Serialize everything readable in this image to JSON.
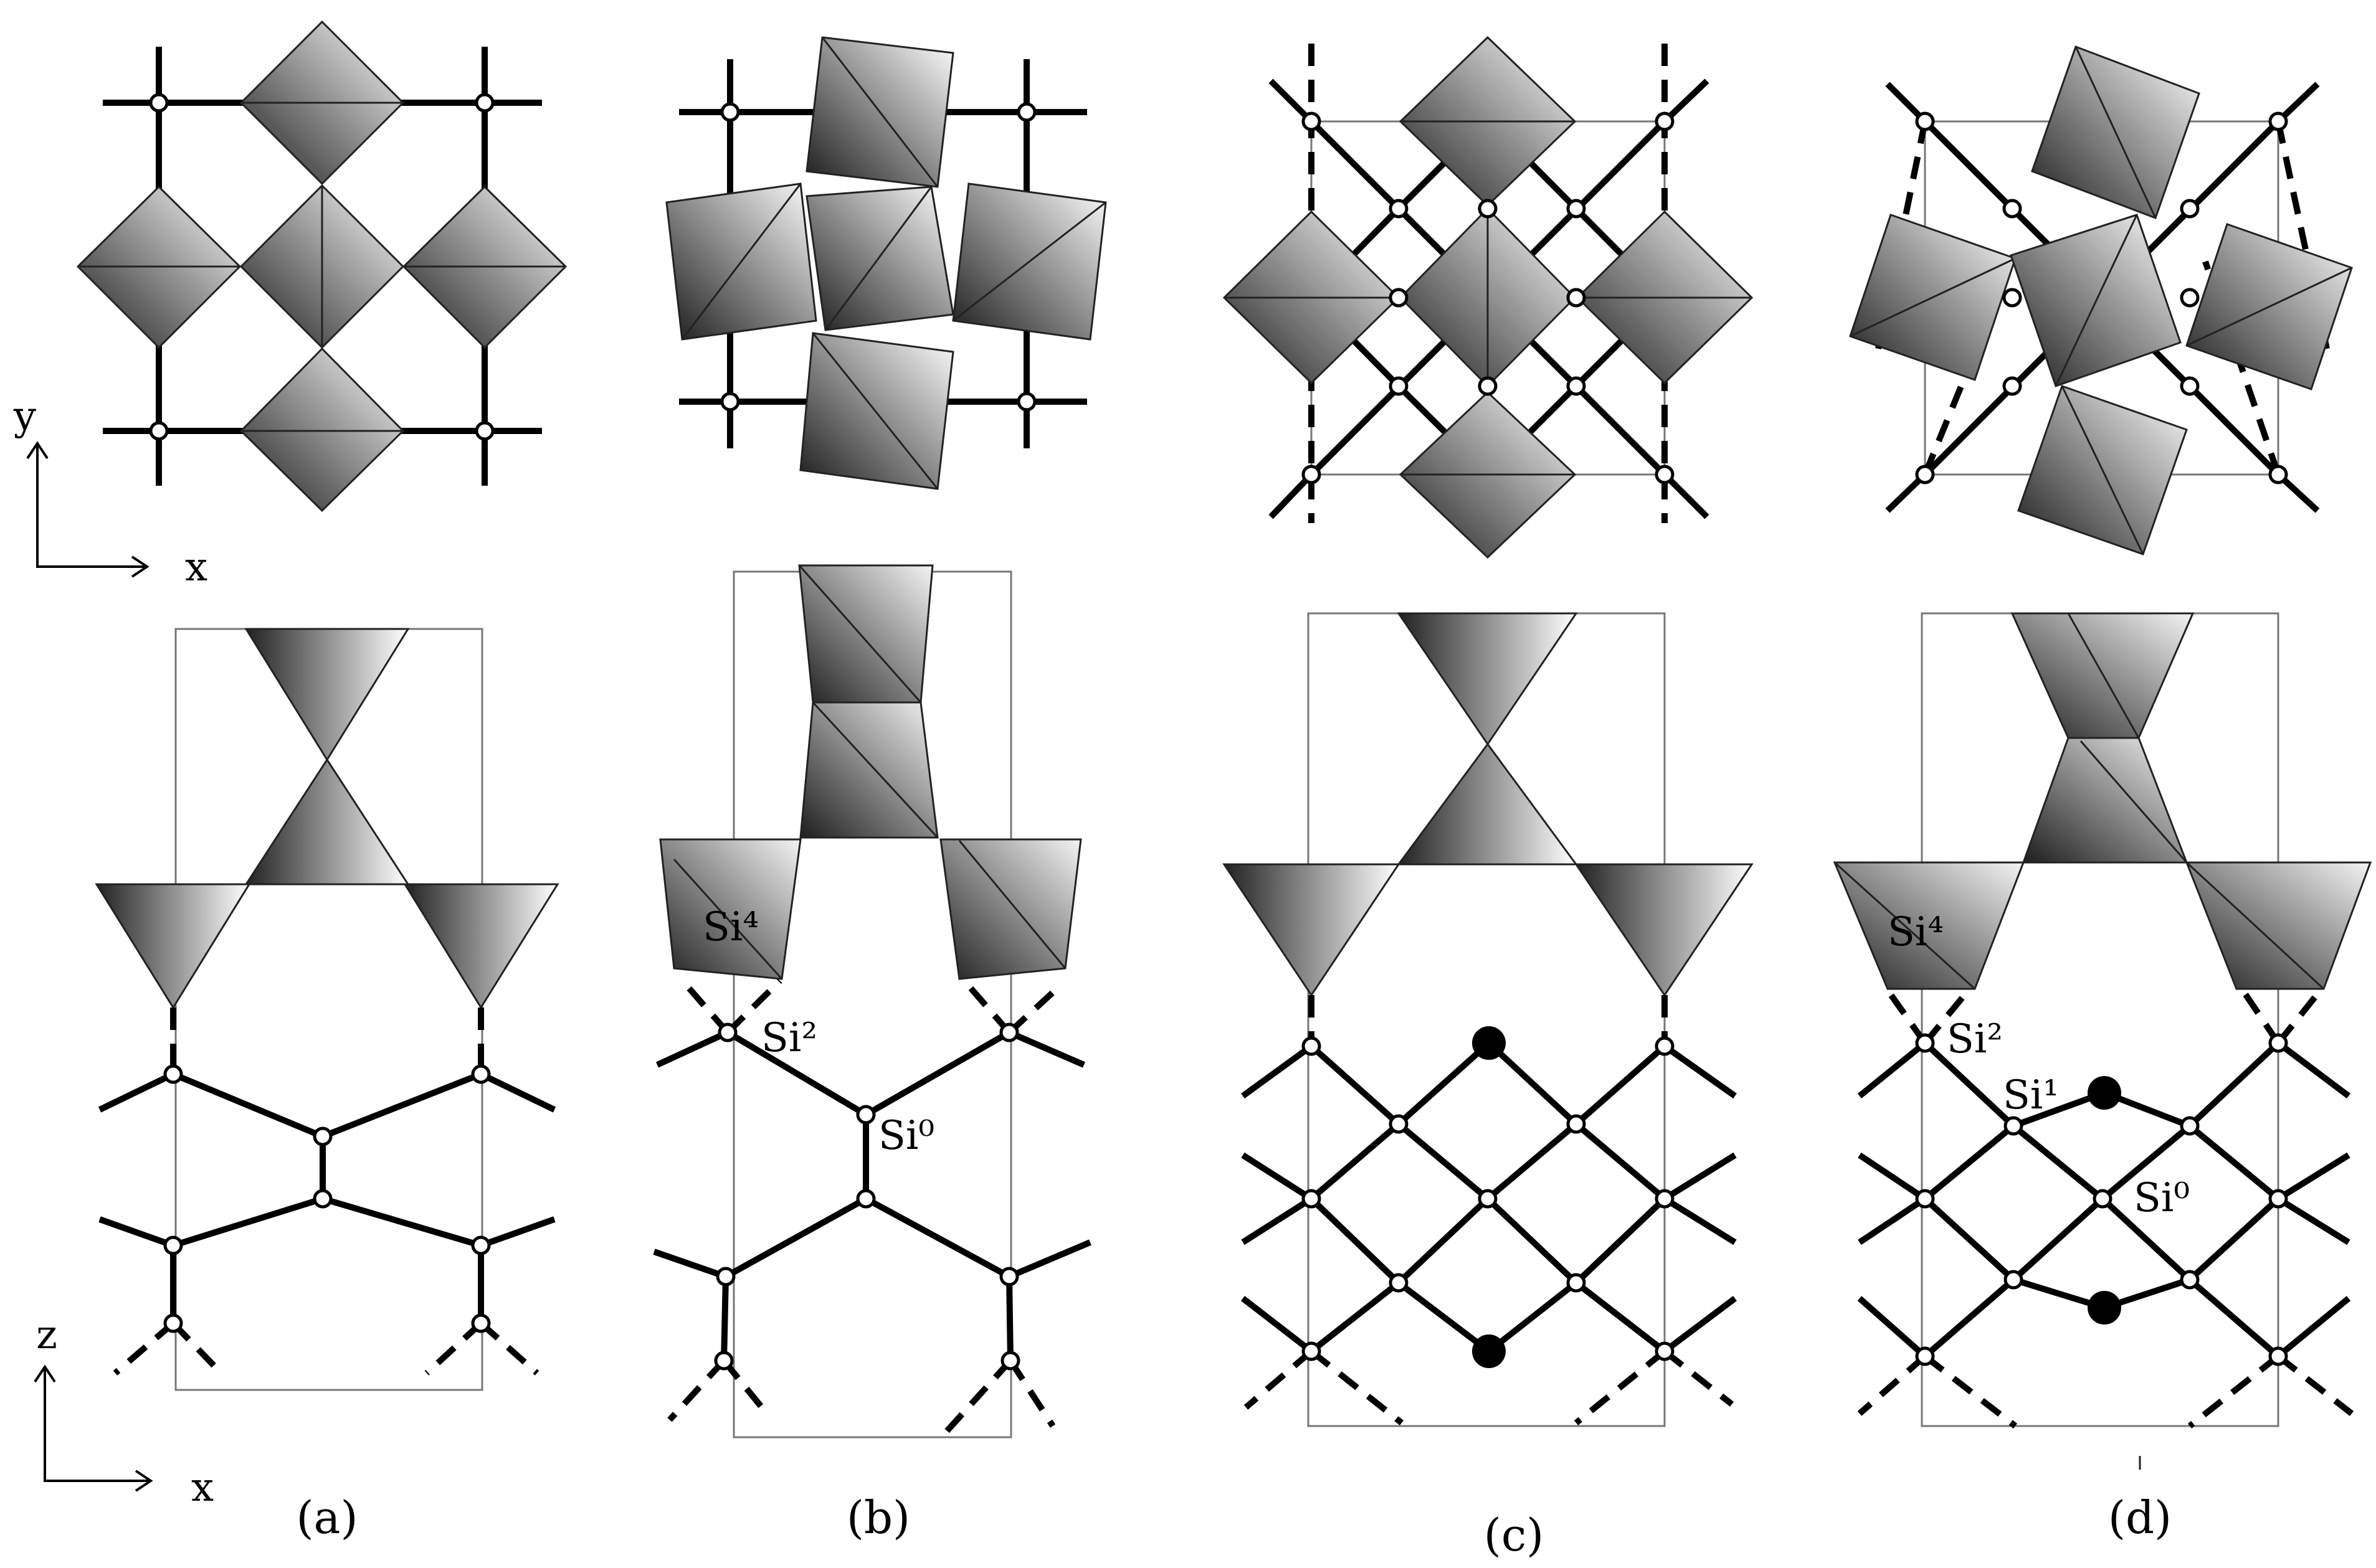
{
  "axes": {
    "top": {
      "vertical": "y",
      "horizontal": "x"
    },
    "bottom": {
      "vertical": "z",
      "horizontal": "x"
    }
  },
  "panels": {
    "a": {
      "caption": "(a)"
    },
    "b": {
      "caption": "(b)",
      "labels": {
        "si4": "Si⁴",
        "si2": "Si²",
        "si0": "Si⁰"
      }
    },
    "c": {
      "caption": "(c)"
    },
    "d": {
      "caption": "(d)",
      "labels": {
        "si4": "Si⁴",
        "si2": "Si²",
        "si1": "Si¹",
        "si0": "Si⁰"
      }
    }
  },
  "colors": {
    "polyhedron_light": "#ffffff",
    "polyhedron_dark": "#1a1a1a",
    "bond": "#000000"
  }
}
